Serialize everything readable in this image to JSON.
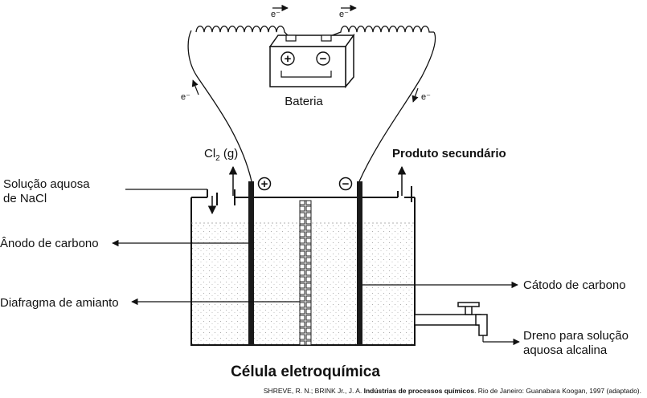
{
  "labels": {
    "electron_left": "e⁻",
    "electron_top_left": "e⁻",
    "electron_top_right": "e⁻",
    "electron_right": "e⁻",
    "battery": "Bateria",
    "battery_plus": "+",
    "battery_minus": "−",
    "chlorine_cl": "Cl",
    "chlorine_sub": "2",
    "chlorine_state": " (g)",
    "secondary_product": "Produto secundário",
    "nacl_solution_line1": "Solução aquosa",
    "nacl_solution_line2": "de NaCl",
    "anode_sign": "+",
    "cathode_sign": "−",
    "anode": "Ânodo de carbono",
    "diaphragm": "Diafragma de amianto",
    "cathode": "Cátodo de carbono",
    "drain_line1": "Dreno para solução",
    "drain_line2": "aquosa alcalina",
    "title": "Célula eletroquímica"
  },
  "citation": {
    "authors": "SHREVE, R. N.; BRINK Jr., J. A. ",
    "work": "Indústrias de processos químicos",
    "rest": ". Rio de Janeiro: Guanabara Koogan, 1997 (adaptado)."
  }
}
